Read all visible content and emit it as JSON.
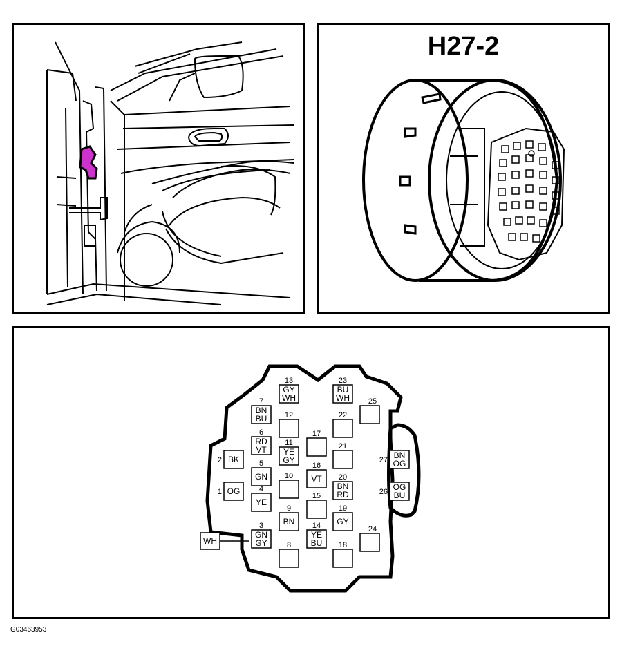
{
  "connector": {
    "title": "H27-2"
  },
  "figure_id": "G03463953",
  "pins": [
    {
      "num": "1",
      "wire": [
        "OG"
      ]
    },
    {
      "num": "2",
      "wire": [
        "BK"
      ]
    },
    {
      "num": "3",
      "wire": [
        "GN",
        "GY"
      ]
    },
    {
      "num": "4",
      "wire": [
        "YE"
      ]
    },
    {
      "num": "5",
      "wire": [
        "GN"
      ]
    },
    {
      "num": "6",
      "wire": [
        "RD",
        "VT"
      ]
    },
    {
      "num": "7",
      "wire": [
        "BN",
        "BU"
      ]
    },
    {
      "num": "8",
      "wire": []
    },
    {
      "num": "9",
      "wire": [
        "BN"
      ]
    },
    {
      "num": "10",
      "wire": []
    },
    {
      "num": "11",
      "wire": [
        "YE",
        "GY"
      ]
    },
    {
      "num": "12",
      "wire": []
    },
    {
      "num": "13",
      "wire": [
        "GY",
        "WH"
      ]
    },
    {
      "num": "14",
      "wire": [
        "YE",
        "BU"
      ]
    },
    {
      "num": "15",
      "wire": []
    },
    {
      "num": "16",
      "wire": [
        "VT"
      ]
    },
    {
      "num": "17",
      "wire": []
    },
    {
      "num": "18",
      "wire": []
    },
    {
      "num": "19",
      "wire": [
        "GY"
      ]
    },
    {
      "num": "20",
      "wire": [
        "BN",
        "RD"
      ]
    },
    {
      "num": "21",
      "wire": []
    },
    {
      "num": "22",
      "wire": []
    },
    {
      "num": "23",
      "wire": [
        "BU",
        "WH"
      ]
    },
    {
      "num": "24",
      "wire": []
    },
    {
      "num": "25",
      "wire": []
    },
    {
      "num": "26",
      "wire": [
        "OG",
        "BU"
      ]
    },
    {
      "num": "27",
      "wire": [
        "BN",
        "OG"
      ]
    }
  ],
  "external_wire": "WH",
  "colors": {
    "line": "#000000",
    "highlight": "#cc33cc"
  }
}
